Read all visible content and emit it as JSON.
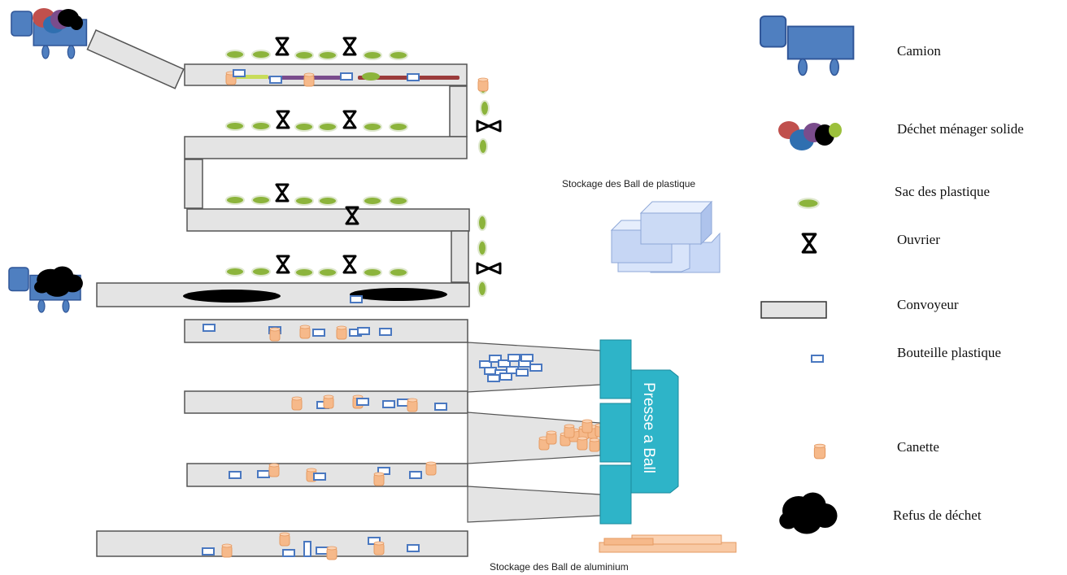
{
  "labels": {
    "storage_plastic": "Stockage des Ball de plastique",
    "storage_aluminium": "Stockage des Ball de aluminium",
    "press": "Presse a Ball"
  },
  "legend": [
    {
      "key": "truck",
      "label": "Camion",
      "icon": "truck-icon"
    },
    {
      "key": "waste",
      "label": "Déchet ménager solide",
      "icon": "waste-icon"
    },
    {
      "key": "bag",
      "label": "Sac des plastique",
      "icon": "plastic-bag-icon"
    },
    {
      "key": "worker",
      "label": "Ouvrier",
      "icon": "worker-icon"
    },
    {
      "key": "conveyor",
      "label": "Convoyeur",
      "icon": "conveyor-icon"
    },
    {
      "key": "bottle",
      "label": "Bouteille plastique",
      "icon": "bottle-icon"
    },
    {
      "key": "can",
      "label": "Canette",
      "icon": "can-icon"
    },
    {
      "key": "reject",
      "label": "Refus  de déchet",
      "icon": "reject-icon"
    }
  ],
  "colors": {
    "truck": "#4f7fc0",
    "conveyor_fill": "#e4e4e4",
    "bag": "#8cb43c",
    "bottle": "#4a78c0",
    "can": "#f6b98a",
    "press": "#2eb4c8",
    "plastic_bale": "#b8ccf2"
  }
}
